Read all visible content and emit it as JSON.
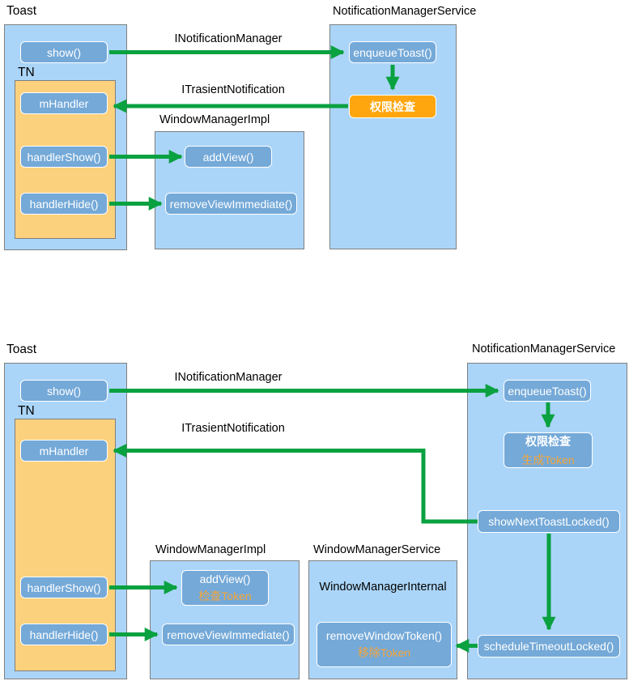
{
  "colors": {
    "container_blue": "#ABD5F8",
    "node_blue": "#74A9D8",
    "tn_orange": "#FCD17D",
    "highlight_orange": "#FFA60F",
    "token_text_orange": "#F5A53A",
    "arrow_green": "#0AA140",
    "border_gray": "#7F7F7F",
    "node_text_white": "#FFFFFF"
  },
  "diagram1": {
    "toast_label": "Toast",
    "tn_label": "TN",
    "wmi_label": "WindowManagerImpl",
    "nms_label": "NotificationManagerService",
    "nodes": {
      "show": "show()",
      "mhandler": "mHandler",
      "handler_show": "handlerShow()",
      "handler_hide": "handlerHide()",
      "add_view": "addView()",
      "remove_view_immediate": "removeViewImmediate()",
      "enqueue_toast": "enqueueToast()",
      "permission_check": "权限检查"
    },
    "arrows": {
      "inotification_manager": "INotificationManager",
      "itrasient_notification": "ITrasientNotification"
    }
  },
  "diagram2": {
    "toast_label": "Toast",
    "tn_label": "TN",
    "wmi_label": "WindowManagerImpl",
    "wms_label": "WindowManagerService",
    "wms_internal_label": "WindowManagerInternal",
    "nms_label": "NotificationManagerService",
    "nodes": {
      "show": "show()",
      "mhandler": "mHandler",
      "handler_show": "handlerShow()",
      "handler_hide": "handlerHide()",
      "enqueue_toast": "enqueueToast()",
      "permission_check": "权限检查",
      "permission_check_sub": "生成Token",
      "show_next_toast_locked": "showNextToastLocked()",
      "schedule_timeout_locked": "scheduleTimeoutLocked()",
      "add_view": "addView()",
      "add_view_sub": "检查Token",
      "remove_view_immediate": "removeViewImmediate()",
      "remove_window_token": "removeWindowToken()",
      "remove_window_token_sub": "移除Token"
    },
    "arrows": {
      "inotification_manager": "INotificationManager",
      "itrasient_notification": "ITrasientNotification"
    }
  }
}
